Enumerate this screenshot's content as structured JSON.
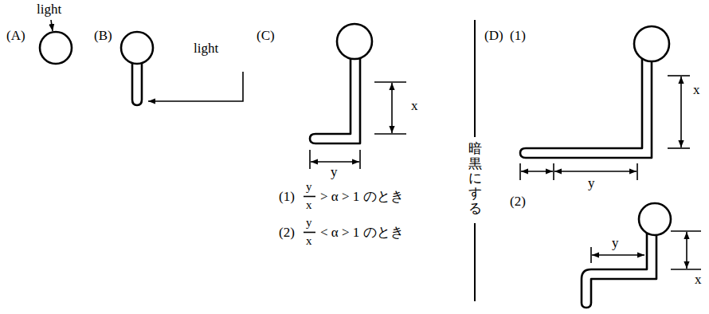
{
  "diagram": {
    "labels": [
      "(A)",
      "light",
      "(B)",
      "light",
      "(C)",
      "x",
      "y",
      "(1)",
      "y",
      "x",
      "> α > 1 のとき",
      "(2)",
      "y",
      "x",
      "< α > 1 のとき",
      "暗黒にする",
      "(D)",
      "(1)",
      "x",
      "y",
      "(2)",
      "x",
      "y"
    ]
  }
}
